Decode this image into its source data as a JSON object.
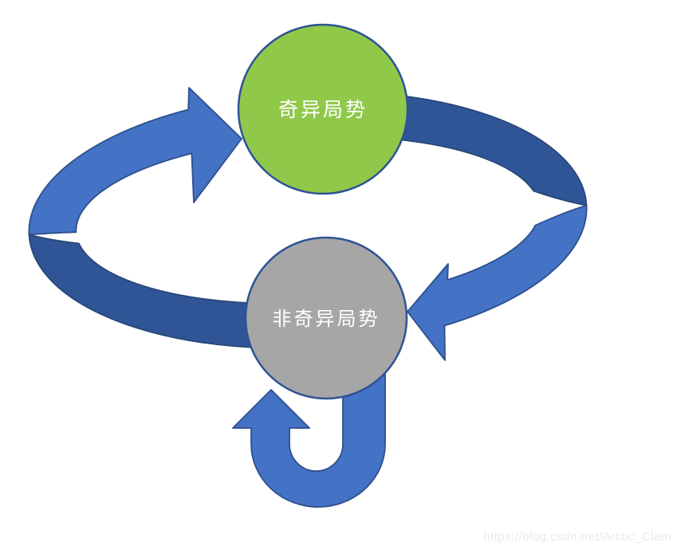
{
  "diagram": {
    "nodes": [
      {
        "id": "singular",
        "label": "奇异局势",
        "fill": "#90c84a",
        "border": "#2e5395",
        "text_color": "#ffffff"
      },
      {
        "id": "non-singular",
        "label": "非奇异局势",
        "fill": "#a6a6a6",
        "border": "#2e5395",
        "text_color": "#ffffff"
      }
    ],
    "arrows": {
      "front_fill": "#4472c4",
      "front_stroke": "#2c4f8d",
      "back_fill": "#2f5597",
      "back_stroke": "#284779"
    }
  },
  "watermark": {
    "text": "https://blog.csdn.net/Arctic_Clam",
    "color": "#e9e9e9"
  }
}
